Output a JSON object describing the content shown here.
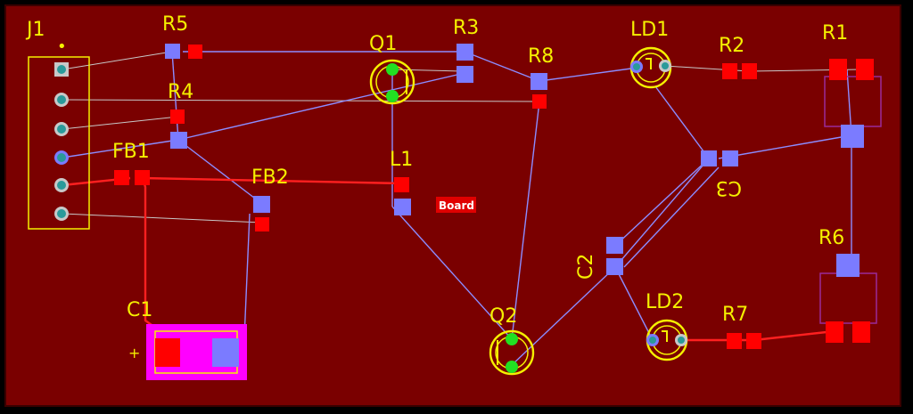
{
  "colors": {
    "background": "#000000",
    "board": "#7a0000",
    "silkscreen": "#f5f000",
    "top_pad": "#ff0000",
    "bottom_pad": "#7b7bff",
    "top_trace": "#ff2020",
    "bottom_trace": "#8c8cff",
    "ratsnest": "#c8c8c8",
    "via_green": "#22e022",
    "hole_teal": "#2a9a9a",
    "magenta_cap": "#ff00ff",
    "outline_purple": "#9a2a9a"
  },
  "labels": {
    "J1": "J1",
    "R5": "R5",
    "Q1": "Q1",
    "R3": "R3",
    "R8": "R8",
    "LD1": "LD1",
    "R2": "R2",
    "R1": "R1",
    "R4": "R4",
    "FB1": "FB1",
    "FB2": "FB2",
    "L1": "L1",
    "C3": "C3",
    "R6": "R6",
    "C2": "C2",
    "LD2": "LD2",
    "R7": "R7",
    "C1": "C1",
    "Q2": "Q2",
    "board_tag": "Board",
    "pin1_mark": "•",
    "plus_mark": "+"
  },
  "icons": {
    "component_pad": "square",
    "through_hole": "circle",
    "transistor": "to92-outline",
    "led": "led-outline"
  }
}
